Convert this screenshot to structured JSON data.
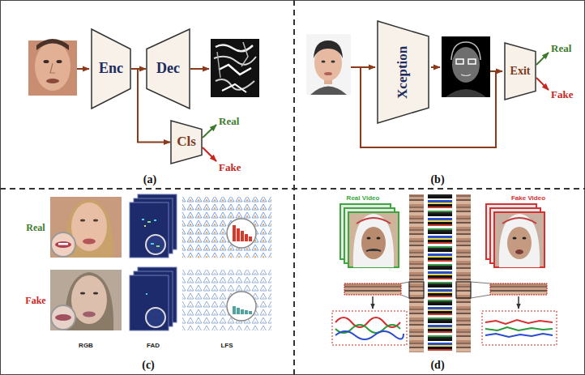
{
  "diagram": {
    "nodes": [
      {
        "text": [
          "Enc"
        ]
      },
      {
        "text": [
          "Dec"
        ]
      },
      {
        "text": [
          "Cls"
        ]
      },
      {
        "text": [
          "Xception"
        ]
      },
      {
        "text": [
          "Exit"
        ]
      }
    ],
    "edges": [
      {
        "from": 0,
        "to": 1,
        "arrow": "to"
      },
      {
        "from": 0,
        "to": 2,
        "arrow": "to"
      }
    ],
    "labels": [
      "Real",
      "Fake",
      "(a)",
      "Real",
      "Fake",
      "(b)",
      "Real",
      "Fake",
      "RGB",
      "FAD",
      "LFS",
      "(c)",
      "Real Video",
      "Fake Video",
      "(d)"
    ]
  }
}
